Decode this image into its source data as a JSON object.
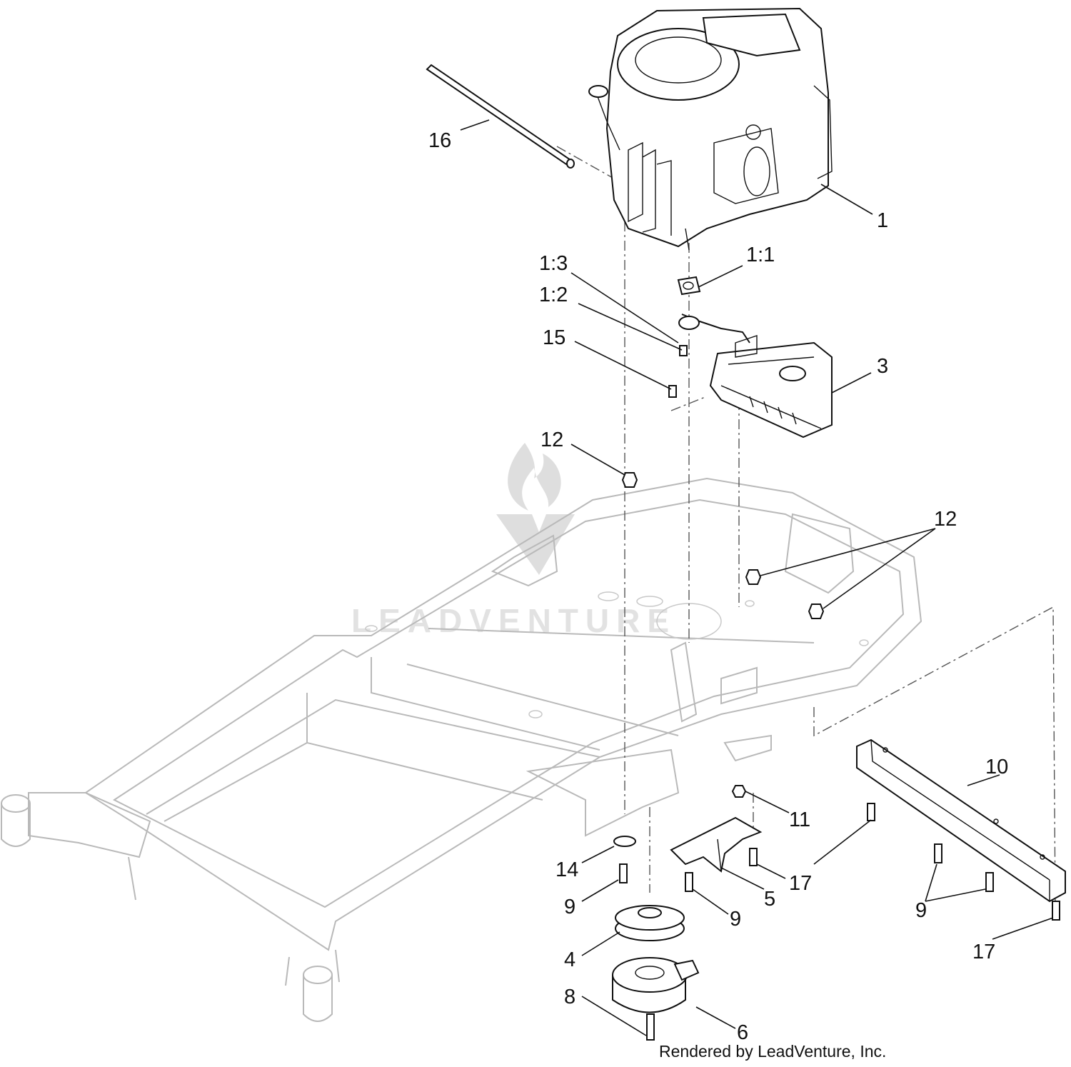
{
  "labels": {
    "l1": "1",
    "l1_1": "1:1",
    "l1_2": "1:2",
    "l1_3": "1:3",
    "l3": "3",
    "l4": "4",
    "l5": "5",
    "l6": "6",
    "l8": "8",
    "l9a": "9",
    "l9b": "9",
    "l9c": "9",
    "l10": "10",
    "l11": "11",
    "l12a": "12",
    "l12b": "12",
    "l14": "14",
    "l15": "15",
    "l16": "16",
    "l17a": "17",
    "l17b": "17"
  },
  "credit": "Rendered by LeadVenture, Inc.",
  "watermark": "LEADVENTURE"
}
